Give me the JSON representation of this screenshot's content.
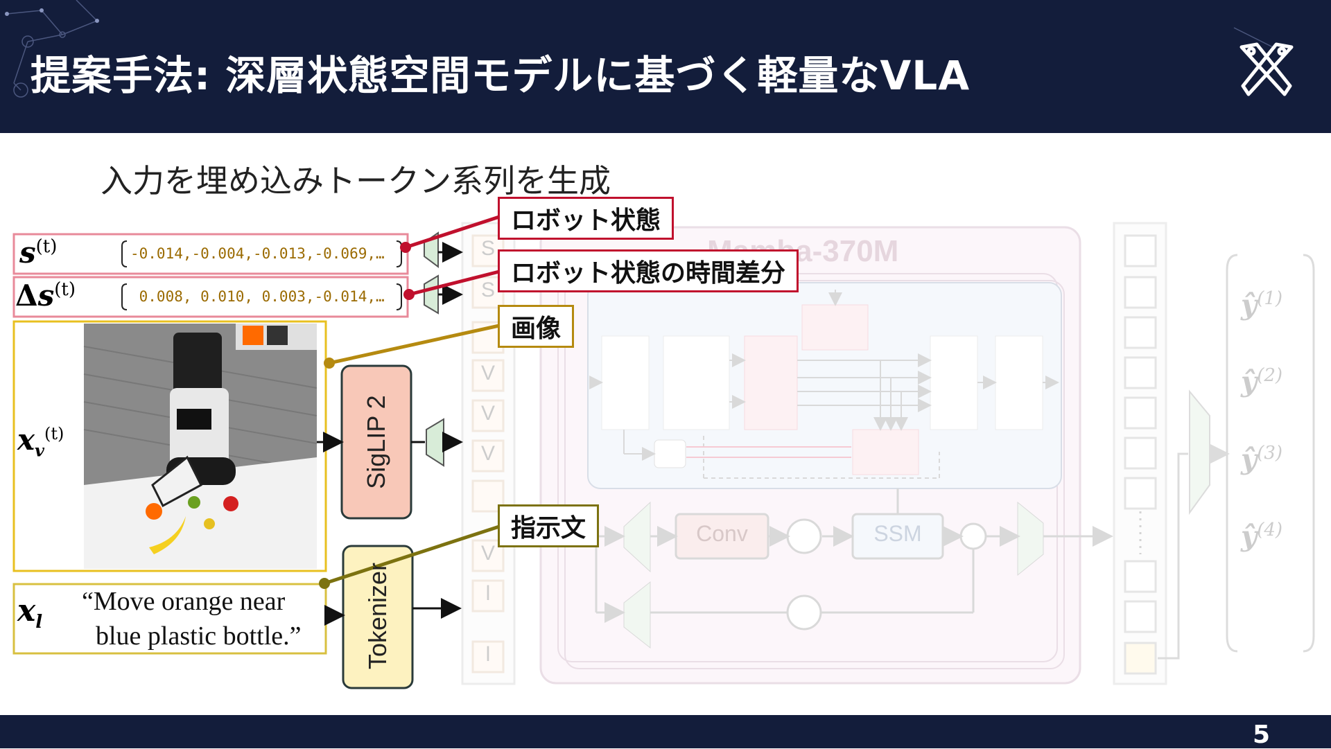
{
  "slide": {
    "title": "提案手法: 深層状態空間モデルに基づく軽量なVLA",
    "subtitle": "入力を埋め込みトークン系列を生成",
    "page_number": "5"
  },
  "callouts": {
    "robot_state": "ロボット状態",
    "robot_state_diff": "ロボット状態の時間差分",
    "image": "画像",
    "instruction": "指示文"
  },
  "inputs": {
    "state_values": "-0.014,-0.004,-0.013,-0.069,…",
    "state_diff_values": " 0.008, 0.010, 0.003,-0.014,…",
    "instruction_line1": "“Move orange near",
    "instruction_line2": "blue plastic bottle.”"
  },
  "encoders": {
    "vision": "SigLIP 2",
    "text": "Tokenizer"
  },
  "tokens": {
    "state": "S",
    "vision": "V",
    "language": "l"
  },
  "mamba": {
    "title": "Mamba-370M",
    "conv": "Conv",
    "ssm": "SSM"
  },
  "colors": {
    "header_bg": "#131d3b",
    "robot_state": "#c0102d",
    "image": "#b58a10",
    "instruction": "#7c7210",
    "state_box": "#e88a9a",
    "image_box": "#e8c020"
  }
}
